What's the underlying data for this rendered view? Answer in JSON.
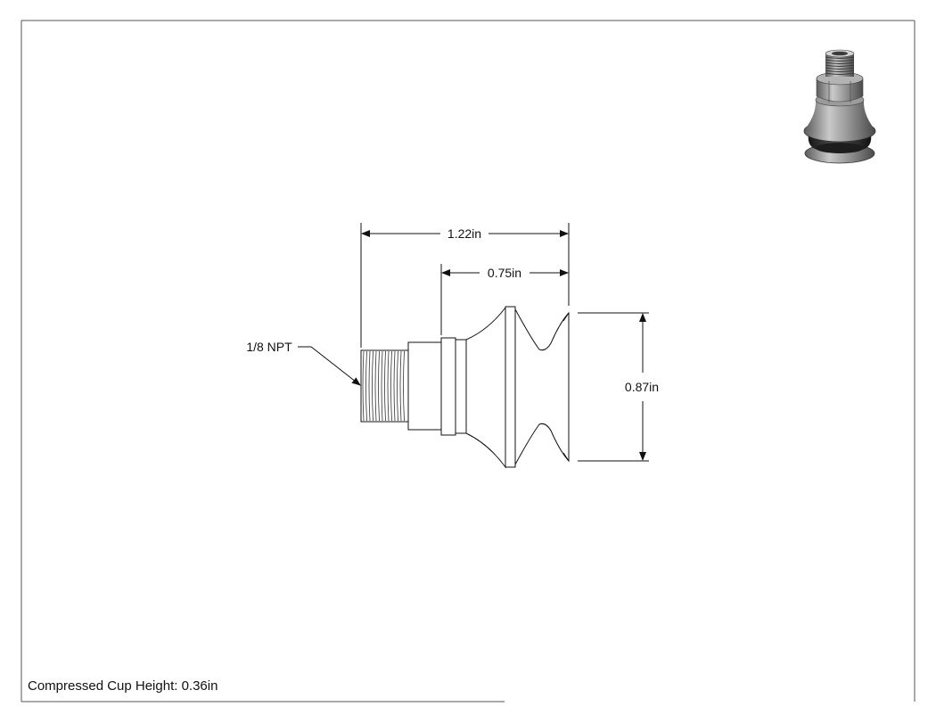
{
  "dimensions": {
    "overall_length": "1.22in",
    "cup_length": "0.75in",
    "cup_diameter": "0.87in"
  },
  "callouts": {
    "thread": "1/8 NPT"
  },
  "notes": {
    "compressed_height": "Compressed Cup Height: 0.36in"
  },
  "colors": {
    "line": "#111111",
    "frame": "#444444",
    "shaded_body": "#8a8a8a",
    "shaded_dark": "#2a2a2a"
  }
}
